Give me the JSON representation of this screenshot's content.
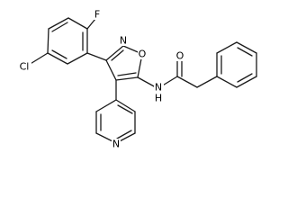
{
  "molecule": {
    "atoms": {
      "cl": "Cl",
      "f": "F",
      "ring_n": "N",
      "ring_o": "O",
      "amide_nh": "N",
      "amide_h": "H",
      "carbonyl_o": "O",
      "pyridine_n": "N"
    }
  }
}
